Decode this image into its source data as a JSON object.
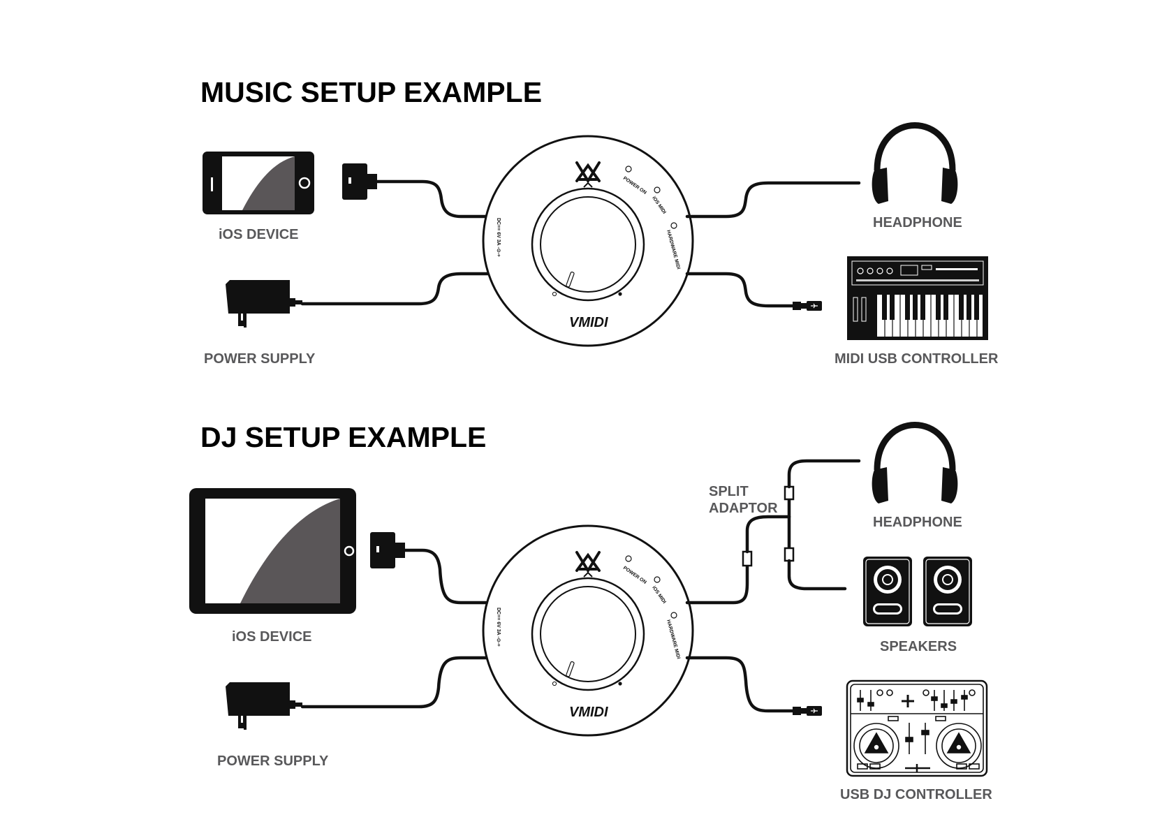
{
  "music": {
    "title": "MUSIC SETUP EXAMPLE",
    "ios_label": "iOS DEVICE",
    "power_label": "POWER SUPPLY",
    "headphone_label": "HEADPHONE",
    "controller_label": "MIDI USB CONTROLLER"
  },
  "dj": {
    "title": "DJ SETUP EXAMPLE",
    "ios_label": "iOS DEVICE",
    "power_label": "POWER SUPPLY",
    "split_label_1": "SPLIT",
    "split_label_2": "ADAPTOR",
    "headphone_label": "HEADPHONE",
    "speakers_label": "SPEAKERS",
    "controller_label": "USB DJ CONTROLLER"
  },
  "device": {
    "brand": "VMIDI",
    "led_power": "POWER ON",
    "led_ios": "iOS MIDI",
    "led_hardware": "HARDWARE MIDI",
    "dc_label": "DC== 6V 3A -⊙-+"
  },
  "colors": {
    "ink": "#111111",
    "label_gray": "#58585a",
    "screen_gray": "#5a5658"
  }
}
